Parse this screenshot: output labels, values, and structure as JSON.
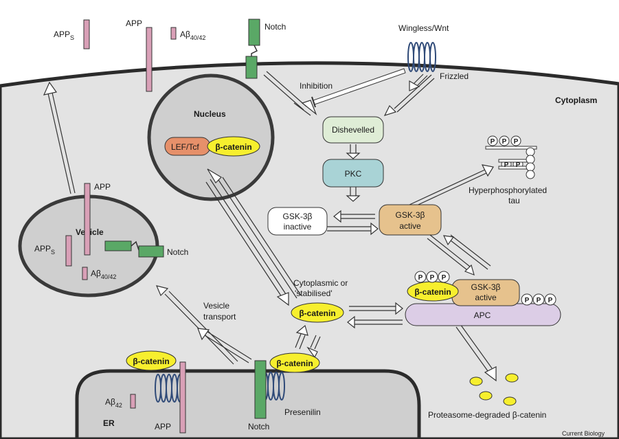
{
  "colors": {
    "cytoplasm": "#e3e3e3",
    "membrane": "#2b2b2b",
    "app": "#d9a0b7",
    "notch": "#5aa866",
    "beta_catenin": "#f7ef2e",
    "dishevelled": "#dfedd6",
    "pkc": "#a9d3d6",
    "gsk_active": "#e6c28d",
    "apc": "#dccde6",
    "lef": "#e6906a",
    "frizzled": "#2f4a78"
  },
  "labels": {
    "apps_top": {
      "main": "APP",
      "sub": "S"
    },
    "app_top": "APP",
    "abeta_top": {
      "main": "Aβ",
      "sub": "40/42"
    },
    "notch_top": "Notch",
    "wingless": "Wingless/Wnt",
    "frizzled": "Frizzled",
    "inhibition": "Inhibition",
    "cytoplasm": "Cytoplasm",
    "nucleus": "Nucleus",
    "lef_tcf": "LEF/Tcf",
    "beta_catenin": "β-catenin",
    "dishevelled": "Dishevelled",
    "pkc": "PKC",
    "gsk_label": "GSK-3β",
    "gsk_inactive_state": "inactive",
    "gsk_active_state": "active",
    "hyper_tau_1": "Hyperphosphorylated",
    "hyper_tau_2": "tau",
    "phospho": "P",
    "vesicle": "Vesicle",
    "app_vesicle": "APP",
    "apps_vesicle": {
      "main": "APP",
      "sub": "S"
    },
    "notch_vesicle": "Notch",
    "abeta_vesicle": {
      "main": "Aβ",
      "sub": "40/42"
    },
    "cyto_stab_1": "Cytoplasmic or",
    "cyto_stab_2": "'stabilised'",
    "vesicle_transport_1": "Vesicle",
    "vesicle_transport_2": "transport",
    "apc": "APC",
    "er": "ER",
    "abeta_er": {
      "main": "Aβ",
      "sub": "42"
    },
    "app_er": "APP",
    "notch_er": "Notch",
    "presenilin": "Presenilin",
    "proteasome": "Proteasome-degraded β-catenin",
    "credit": "Current Biology"
  }
}
